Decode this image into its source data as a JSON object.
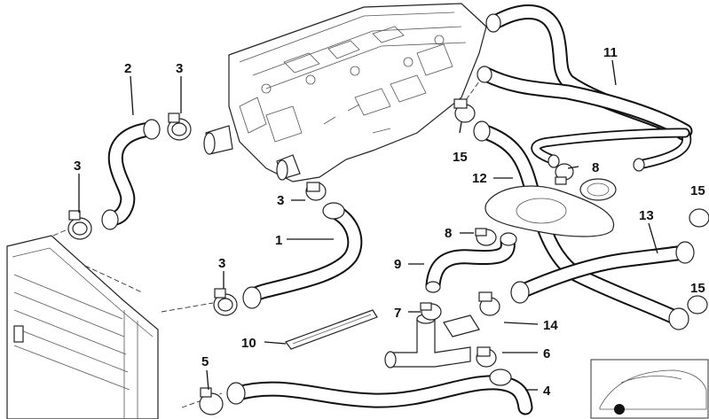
{
  "callouts": [
    {
      "id": "c1",
      "text": "1"
    },
    {
      "id": "c2",
      "text": "2"
    },
    {
      "id": "c3a",
      "text": "3"
    },
    {
      "id": "c3b",
      "text": "3"
    },
    {
      "id": "c3c",
      "text": "3"
    },
    {
      "id": "c3d",
      "text": "3"
    },
    {
      "id": "c4",
      "text": "4"
    },
    {
      "id": "c5",
      "text": "5"
    },
    {
      "id": "c6",
      "text": "6"
    },
    {
      "id": "c7",
      "text": "7"
    },
    {
      "id": "c8a",
      "text": "8"
    },
    {
      "id": "c8b",
      "text": "8"
    },
    {
      "id": "c9",
      "text": "9"
    },
    {
      "id": "c10",
      "text": "10"
    },
    {
      "id": "c11",
      "text": "11"
    },
    {
      "id": "c12",
      "text": "12"
    },
    {
      "id": "c13",
      "text": "13"
    },
    {
      "id": "c14",
      "text": "14"
    },
    {
      "id": "c15a",
      "text": "15"
    },
    {
      "id": "c15b",
      "text": "15"
    },
    {
      "id": "c15c",
      "text": "15"
    }
  ],
  "colors": {
    "ink": "#111111",
    "paper": "#ffffff"
  }
}
